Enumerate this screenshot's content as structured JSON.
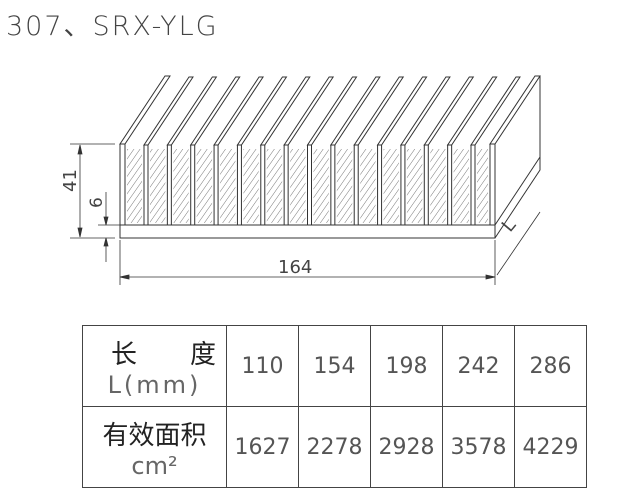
{
  "title": "307、SRX-YLG",
  "dimensions": {
    "height": "41",
    "base_thickness": "6",
    "width": "164",
    "length": "L"
  },
  "table": {
    "row1_header": {
      "line1_a": "长",
      "line1_b": "度",
      "line2": "L(mm)"
    },
    "row2_header": {
      "line1": "有效面积",
      "line2": "cm²"
    },
    "lengths": [
      "110",
      "154",
      "198",
      "242",
      "286"
    ],
    "areas": [
      "1627",
      "2278",
      "2928",
      "3578",
      "4229"
    ]
  }
}
